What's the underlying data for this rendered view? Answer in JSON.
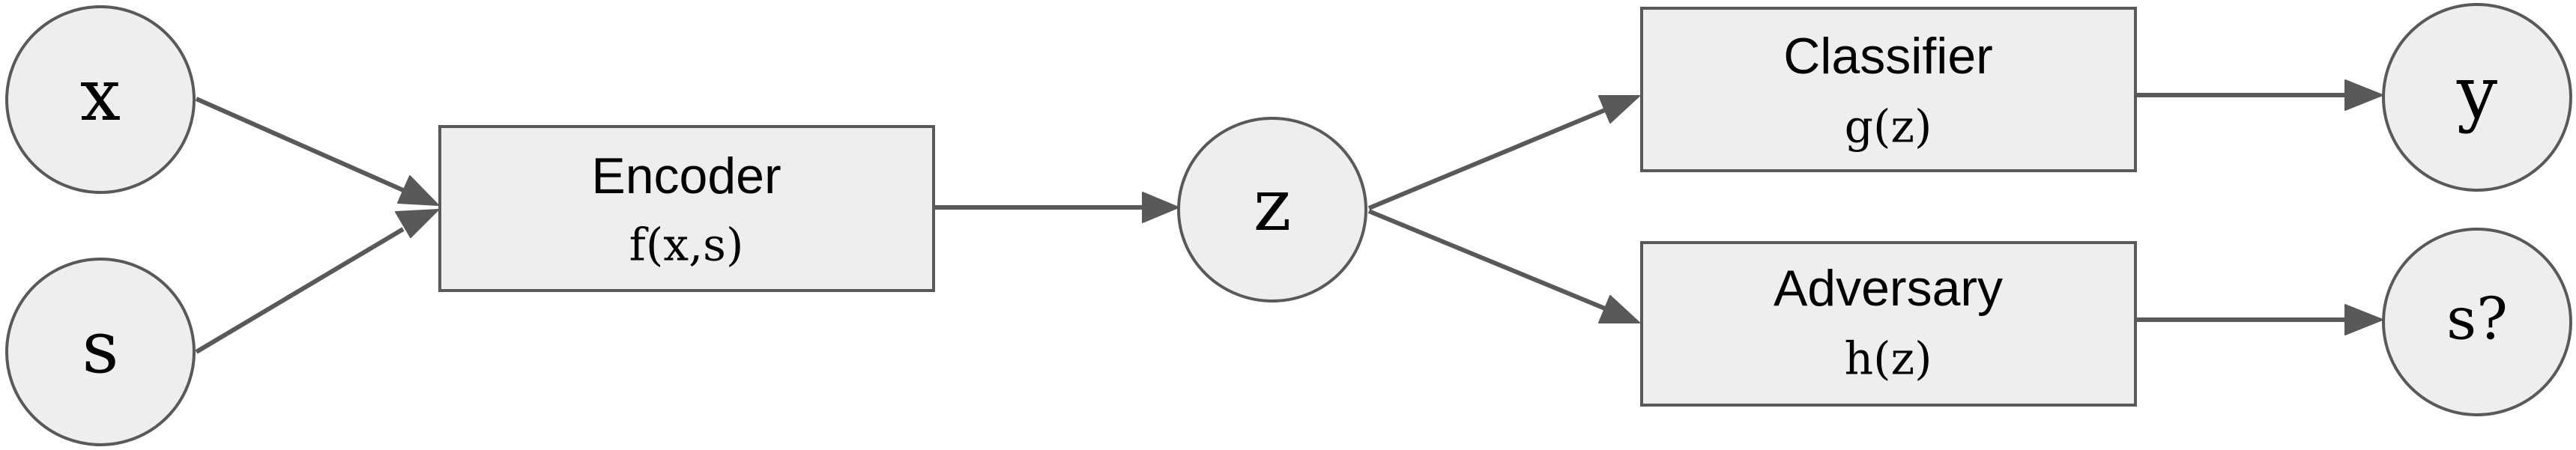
{
  "nodes": {
    "x": {
      "label": "x"
    },
    "s": {
      "label": "s"
    },
    "z": {
      "label": "z"
    },
    "y": {
      "label": "y"
    },
    "s_pred": {
      "label": "s?"
    },
    "encoder": {
      "title": "Encoder",
      "function": "f(x,s)"
    },
    "classifier": {
      "title": "Classifier",
      "function": "g(z)"
    },
    "adversary": {
      "title": "Adversary",
      "function": "h(z)"
    }
  },
  "edges": [
    {
      "from": "x",
      "to": "encoder"
    },
    {
      "from": "s",
      "to": "encoder"
    },
    {
      "from": "encoder",
      "to": "z"
    },
    {
      "from": "z",
      "to": "classifier"
    },
    {
      "from": "z",
      "to": "adversary"
    },
    {
      "from": "classifier",
      "to": "y"
    },
    {
      "from": "adversary",
      "to": "s_pred"
    }
  ],
  "colors": {
    "node_fill": "#eeeeee",
    "stroke": "#595959",
    "text": "#000000",
    "background": "#ffffff"
  }
}
